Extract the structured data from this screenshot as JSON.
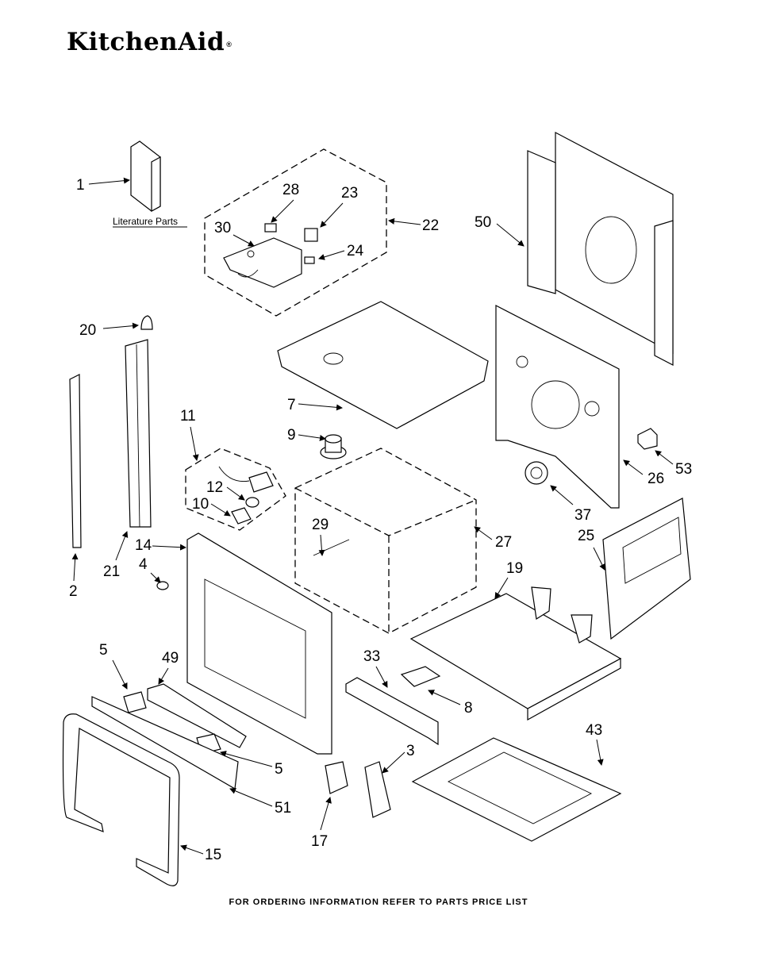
{
  "brand": {
    "name": "KitchenAid",
    "mark": "®"
  },
  "literature_label": "Literature Parts",
  "callouts": [
    "1",
    "2",
    "3",
    "4",
    "5",
    "5",
    "7",
    "8",
    "9",
    "10",
    "11",
    "12",
    "14",
    "15",
    "17",
    "19",
    "20",
    "21",
    "22",
    "23",
    "24",
    "25",
    "26",
    "27",
    "28",
    "29",
    "30",
    "33",
    "37",
    "43",
    "49",
    "50",
    "51",
    "53"
  ],
  "footer": "FOR ORDERING INFORMATION REFER TO PARTS PRICE LIST"
}
